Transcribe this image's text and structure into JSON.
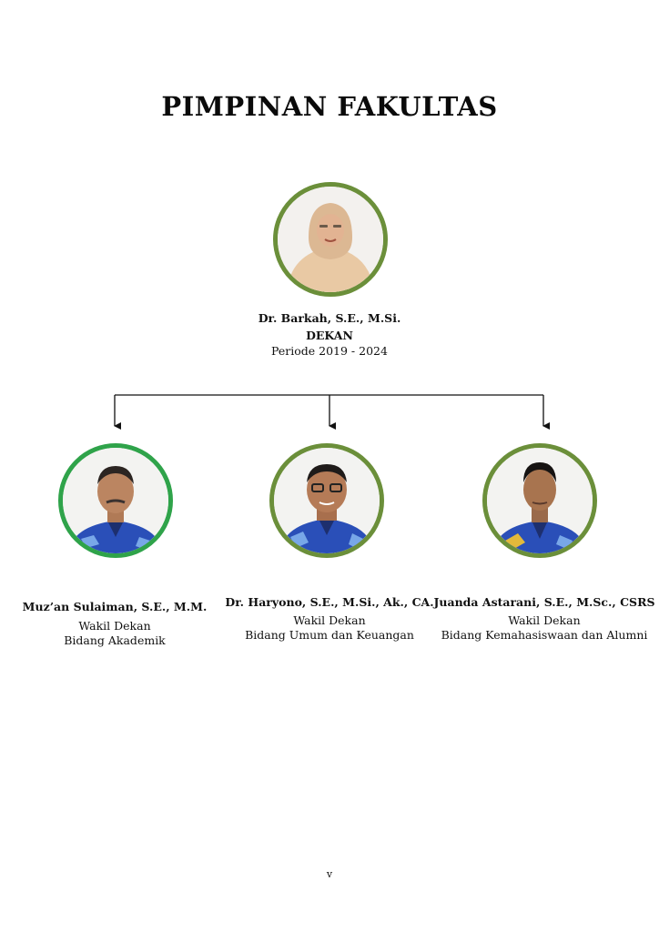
{
  "title": "PIMPINAN FAKULTAS",
  "dean": {
    "name": "Dr. Barkah, S.E., M.Si.",
    "position": "DEKAN",
    "period": "Periode 2019 - 2024"
  },
  "vice_deans": [
    {
      "name": "Muz’an Sulaiman, S.E., M.M.",
      "position": "Wakil Dekan",
      "field": "Bidang Akademik"
    },
    {
      "name": "Dr. Haryono, S.E., M.Si., Ak., CA.",
      "position": "Wakil Dekan",
      "field": "Bidang Umum dan Keuangan"
    },
    {
      "name": "Juanda Astarani, S.E., M.Sc., CSRS",
      "position": "Wakil Dekan",
      "field": "Bidang Kemahasiswaan dan Alumni"
    }
  ],
  "page_number": "v",
  "colors": {
    "frame_green": "#6b8f3a",
    "frame_bright_green": "#2fa34a",
    "connector": "#111111",
    "shirt_blue": "#2a4fb8"
  }
}
